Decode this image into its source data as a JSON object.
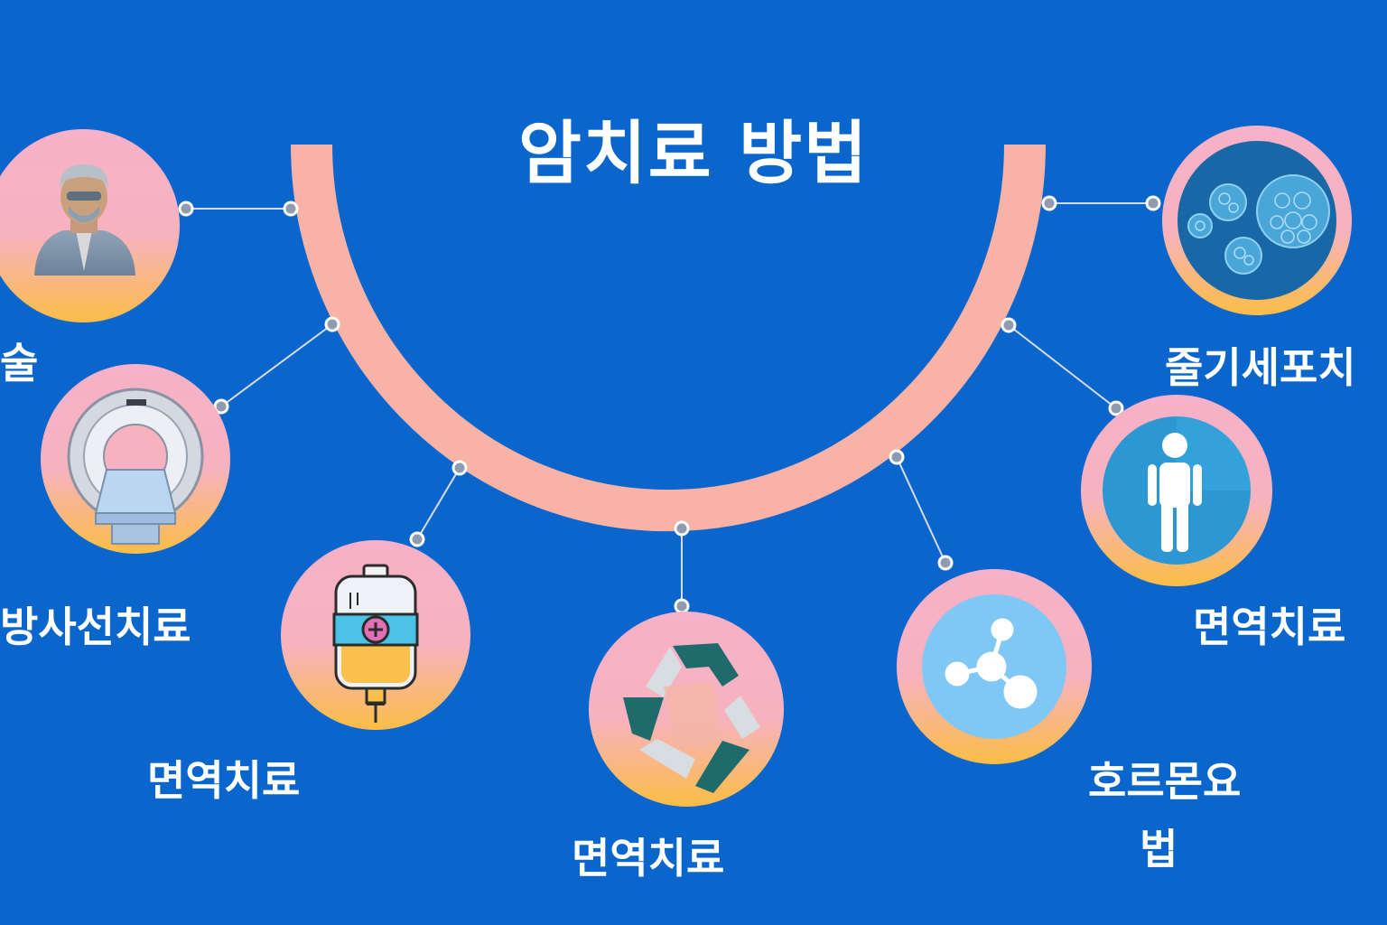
{
  "title": "암치료 방법",
  "colors": {
    "background": "#0a66cc",
    "arc": "#f9b3a6",
    "node_gradient_top": "#f7b1c8",
    "node_gradient_bottom": "#fbbd46",
    "connector": "#d6dbe6"
  },
  "nodes": [
    {
      "id": "surgery",
      "icon": "surgeon-icon",
      "label": "술"
    },
    {
      "id": "radiation",
      "icon": "mri-scanner-icon",
      "label": "방사선치료"
    },
    {
      "id": "iv",
      "icon": "iv-bag-icon",
      "label": "면역치료"
    },
    {
      "id": "recycle",
      "icon": "recycle-icon",
      "label": "면역치료"
    },
    {
      "id": "molecule",
      "icon": "molecule-icon",
      "label": "호르몬요",
      "label2": "법"
    },
    {
      "id": "person",
      "icon": "person-icon",
      "label": "면역치료"
    },
    {
      "id": "stemcell",
      "icon": "cells-icon",
      "label": "줄기세포치"
    }
  ]
}
